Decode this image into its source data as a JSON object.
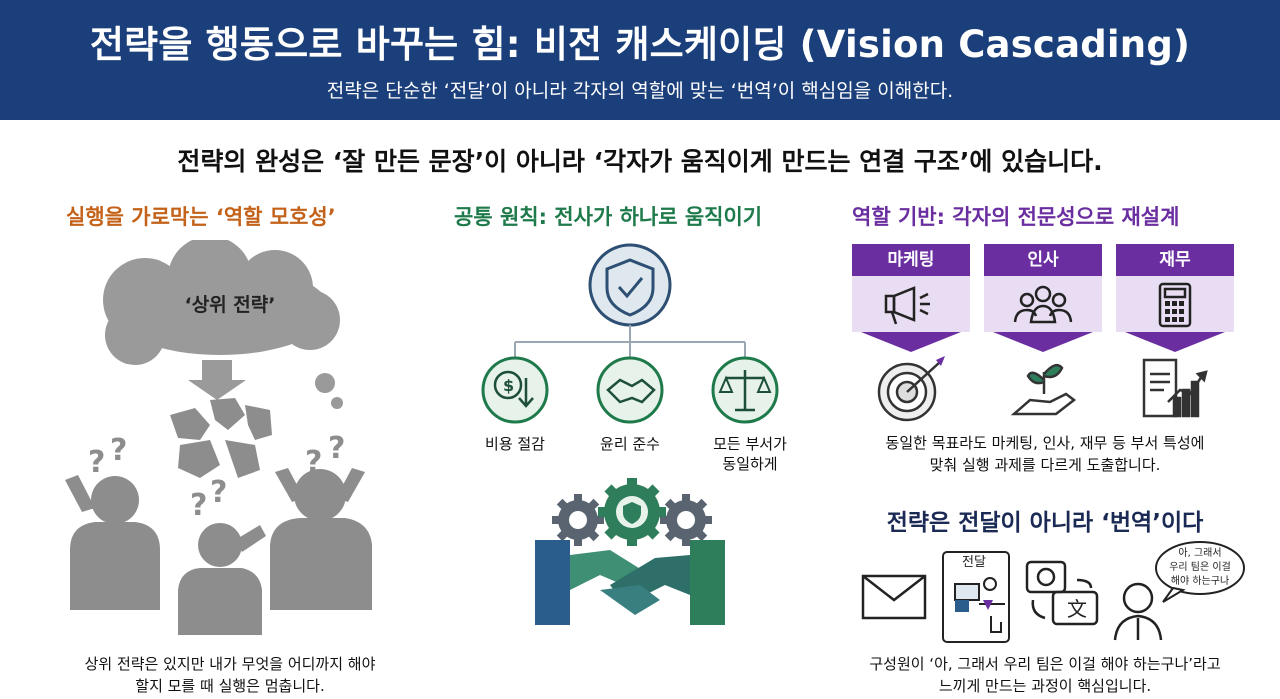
{
  "header": {
    "title": "전략을 행동으로 바꾸는 힘: 비전 캐스케이딩 (Vision Cascading)",
    "subtitle": "전략은 단순한 ‘전달’이 아니라 각자의 역할에 맞는 ‘번역’이 핵심임을 이해한다."
  },
  "tagline": "전략의 완성은 ‘잘 만든 문장’이 아니라 ‘각자가 움직이게 만드는 연결 구조’에 있습니다.",
  "left": {
    "title": "실행을 가로막는 ‘역할 모호성’",
    "cloud_text": "‘상위 전략’",
    "caption_line1": "상위 전략은 있지만 내가 무엇을 어디까지 해야",
    "caption_line2": "할지 모를 때 실행은 멈춥니다."
  },
  "middle": {
    "title": "공통 원칙: 전사가 하나로 움직이기",
    "principles": [
      {
        "label": "비용 절감",
        "icon": "dollar-down-icon"
      },
      {
        "label": "윤리 준수",
        "icon": "handshake-icon"
      },
      {
        "label_line1": "모든 부서가",
        "label_line2": "동일하게",
        "icon": "scales-icon"
      }
    ]
  },
  "right": {
    "title": "역할 기반: 각자의 전문성으로 재설계",
    "roles": [
      {
        "label": "마케팅",
        "icon": "megaphone-icon",
        "outcome_icon": "target-icon"
      },
      {
        "label": "인사",
        "icon": "people-icon",
        "outcome_icon": "plant-hand-icon"
      },
      {
        "label": "재무",
        "icon": "calculator-icon",
        "outcome_icon": "report-chart-icon"
      }
    ],
    "roles_caption_line1": "동일한 목표라도 마케팅, 인사, 재무 등 부서 특성에",
    "roles_caption_line2": "맞춰 실행 과제를 다르게 도출합니다.",
    "translate_title": "전략은 전달이 아니라 ‘번역’이다",
    "deliver_label": "전달",
    "bubble_line1": "아, 그래서",
    "bubble_line2": "우리 팀은 이걸",
    "bubble_line3": "해야 하는구나",
    "translate_caption_line1": "구성원이 ‘아, 그래서 우리 팀은 이걸 해야 하는구나’라고",
    "translate_caption_line2": "느끼게 만드는 과정이 핵심입니다."
  },
  "colors": {
    "header_bg": "#1b3f7a",
    "left_accent": "#c4621a",
    "mid_accent": "#1e7a4b",
    "right_accent": "#6a2ea0",
    "grey_figure": "#8d8d8d"
  }
}
